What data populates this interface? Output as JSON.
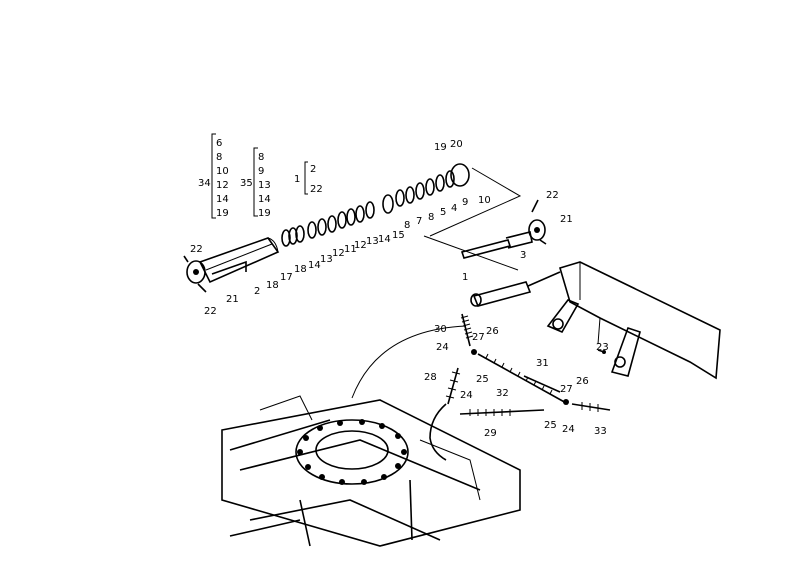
{
  "callouts": [
    {
      "id": "c34",
      "text": "34"
    },
    {
      "id": "c6",
      "text": "6"
    },
    {
      "id": "c8a",
      "text": "8"
    },
    {
      "id": "c10a",
      "text": "10"
    },
    {
      "id": "c12a",
      "text": "12"
    },
    {
      "id": "c14a",
      "text": "14"
    },
    {
      "id": "c19a",
      "text": "19"
    },
    {
      "id": "c35",
      "text": "35"
    },
    {
      "id": "c8b",
      "text": "8"
    },
    {
      "id": "c9a",
      "text": "9"
    },
    {
      "id": "c13a",
      "text": "13"
    },
    {
      "id": "c14b",
      "text": "14"
    },
    {
      "id": "c19b",
      "text": "19"
    },
    {
      "id": "c1a",
      "text": "1"
    },
    {
      "id": "c2a",
      "text": "2"
    },
    {
      "id": "c22a",
      "text": "22"
    },
    {
      "id": "c19c",
      "text": "19"
    },
    {
      "id": "c20",
      "text": "20"
    },
    {
      "id": "c10b",
      "text": "10"
    },
    {
      "id": "c9b",
      "text": "9"
    },
    {
      "id": "c4",
      "text": "4"
    },
    {
      "id": "c5",
      "text": "5"
    },
    {
      "id": "c8c",
      "text": "8"
    },
    {
      "id": "c7",
      "text": "7"
    },
    {
      "id": "c8d",
      "text": "8"
    },
    {
      "id": "c15",
      "text": "15"
    },
    {
      "id": "c14c",
      "text": "14"
    },
    {
      "id": "c13b",
      "text": "13"
    },
    {
      "id": "c12b",
      "text": "12"
    },
    {
      "id": "c11",
      "text": "11"
    },
    {
      "id": "c12c",
      "text": "12"
    },
    {
      "id": "c13c",
      "text": "13"
    },
    {
      "id": "c14d",
      "text": "14"
    },
    {
      "id": "c18a",
      "text": "18"
    },
    {
      "id": "c17",
      "text": "17"
    },
    {
      "id": "c18b",
      "text": "18"
    },
    {
      "id": "c2b",
      "text": "2"
    },
    {
      "id": "c22b",
      "text": "22"
    },
    {
      "id": "c21a",
      "text": "21"
    },
    {
      "id": "c22c",
      "text": "22"
    },
    {
      "id": "c22d",
      "text": "22"
    },
    {
      "id": "c21b",
      "text": "21"
    },
    {
      "id": "c3",
      "text": "3"
    },
    {
      "id": "c1b",
      "text": "1"
    },
    {
      "id": "c30",
      "text": "30"
    },
    {
      "id": "c24a",
      "text": "24"
    },
    {
      "id": "c27a",
      "text": "27"
    },
    {
      "id": "c26a",
      "text": "26"
    },
    {
      "id": "c25a",
      "text": "25"
    },
    {
      "id": "c28",
      "text": "28"
    },
    {
      "id": "c32",
      "text": "32"
    },
    {
      "id": "c31",
      "text": "31"
    },
    {
      "id": "c23",
      "text": "23"
    },
    {
      "id": "c27b",
      "text": "27"
    },
    {
      "id": "c26b",
      "text": "26"
    },
    {
      "id": "c24b",
      "text": "24"
    },
    {
      "id": "c29",
      "text": "29"
    },
    {
      "id": "c25b",
      "text": "25"
    },
    {
      "id": "c24c",
      "text": "24"
    },
    {
      "id": "c33",
      "text": "33"
    }
  ]
}
